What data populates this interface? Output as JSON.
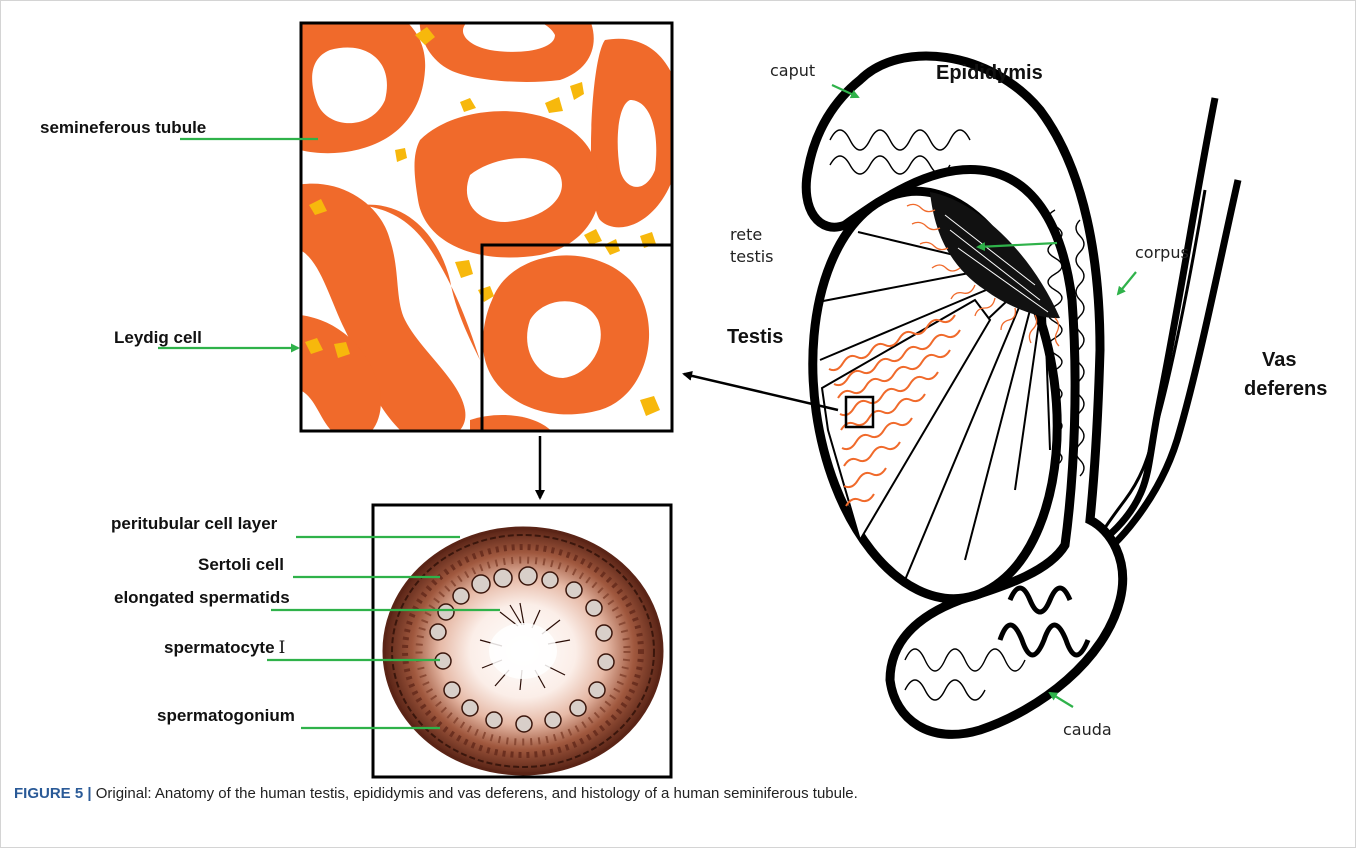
{
  "labels": {
    "seminiferous_tubule": "semineferous tubule",
    "leydig_cell": "Leydig cell",
    "peritubular_cell_layer": "peritubular cell layer",
    "sertoli_cell": "Sertoli cell",
    "elongated_spermatids": "elongated spermatids",
    "spermatocyte": "spermatocyte",
    "spermatocyte_numeral": "Ⅰ",
    "spermatogonium": "spermatogonium",
    "caput": "caput",
    "epididymis": "Epididymis",
    "rete": "rete",
    "testis_small": "testis",
    "corpus": "corpus",
    "testis": "Testis",
    "vas": "Vas",
    "deferens": "deferens",
    "cauda": "cauda"
  },
  "caption": {
    "figure_label": "FIGURE 5 |",
    "text": " Original: Anatomy of the human testis, epididymis and vas deferens, and histology of a human seminiferous tubule."
  },
  "colors": {
    "tubule": "#f06a2b",
    "leydig": "#f7b80c",
    "leader": "#2fb24a",
    "outline": "#000000",
    "caption_label": "#2a5a97",
    "histology_stain": "#6b2f1f"
  }
}
